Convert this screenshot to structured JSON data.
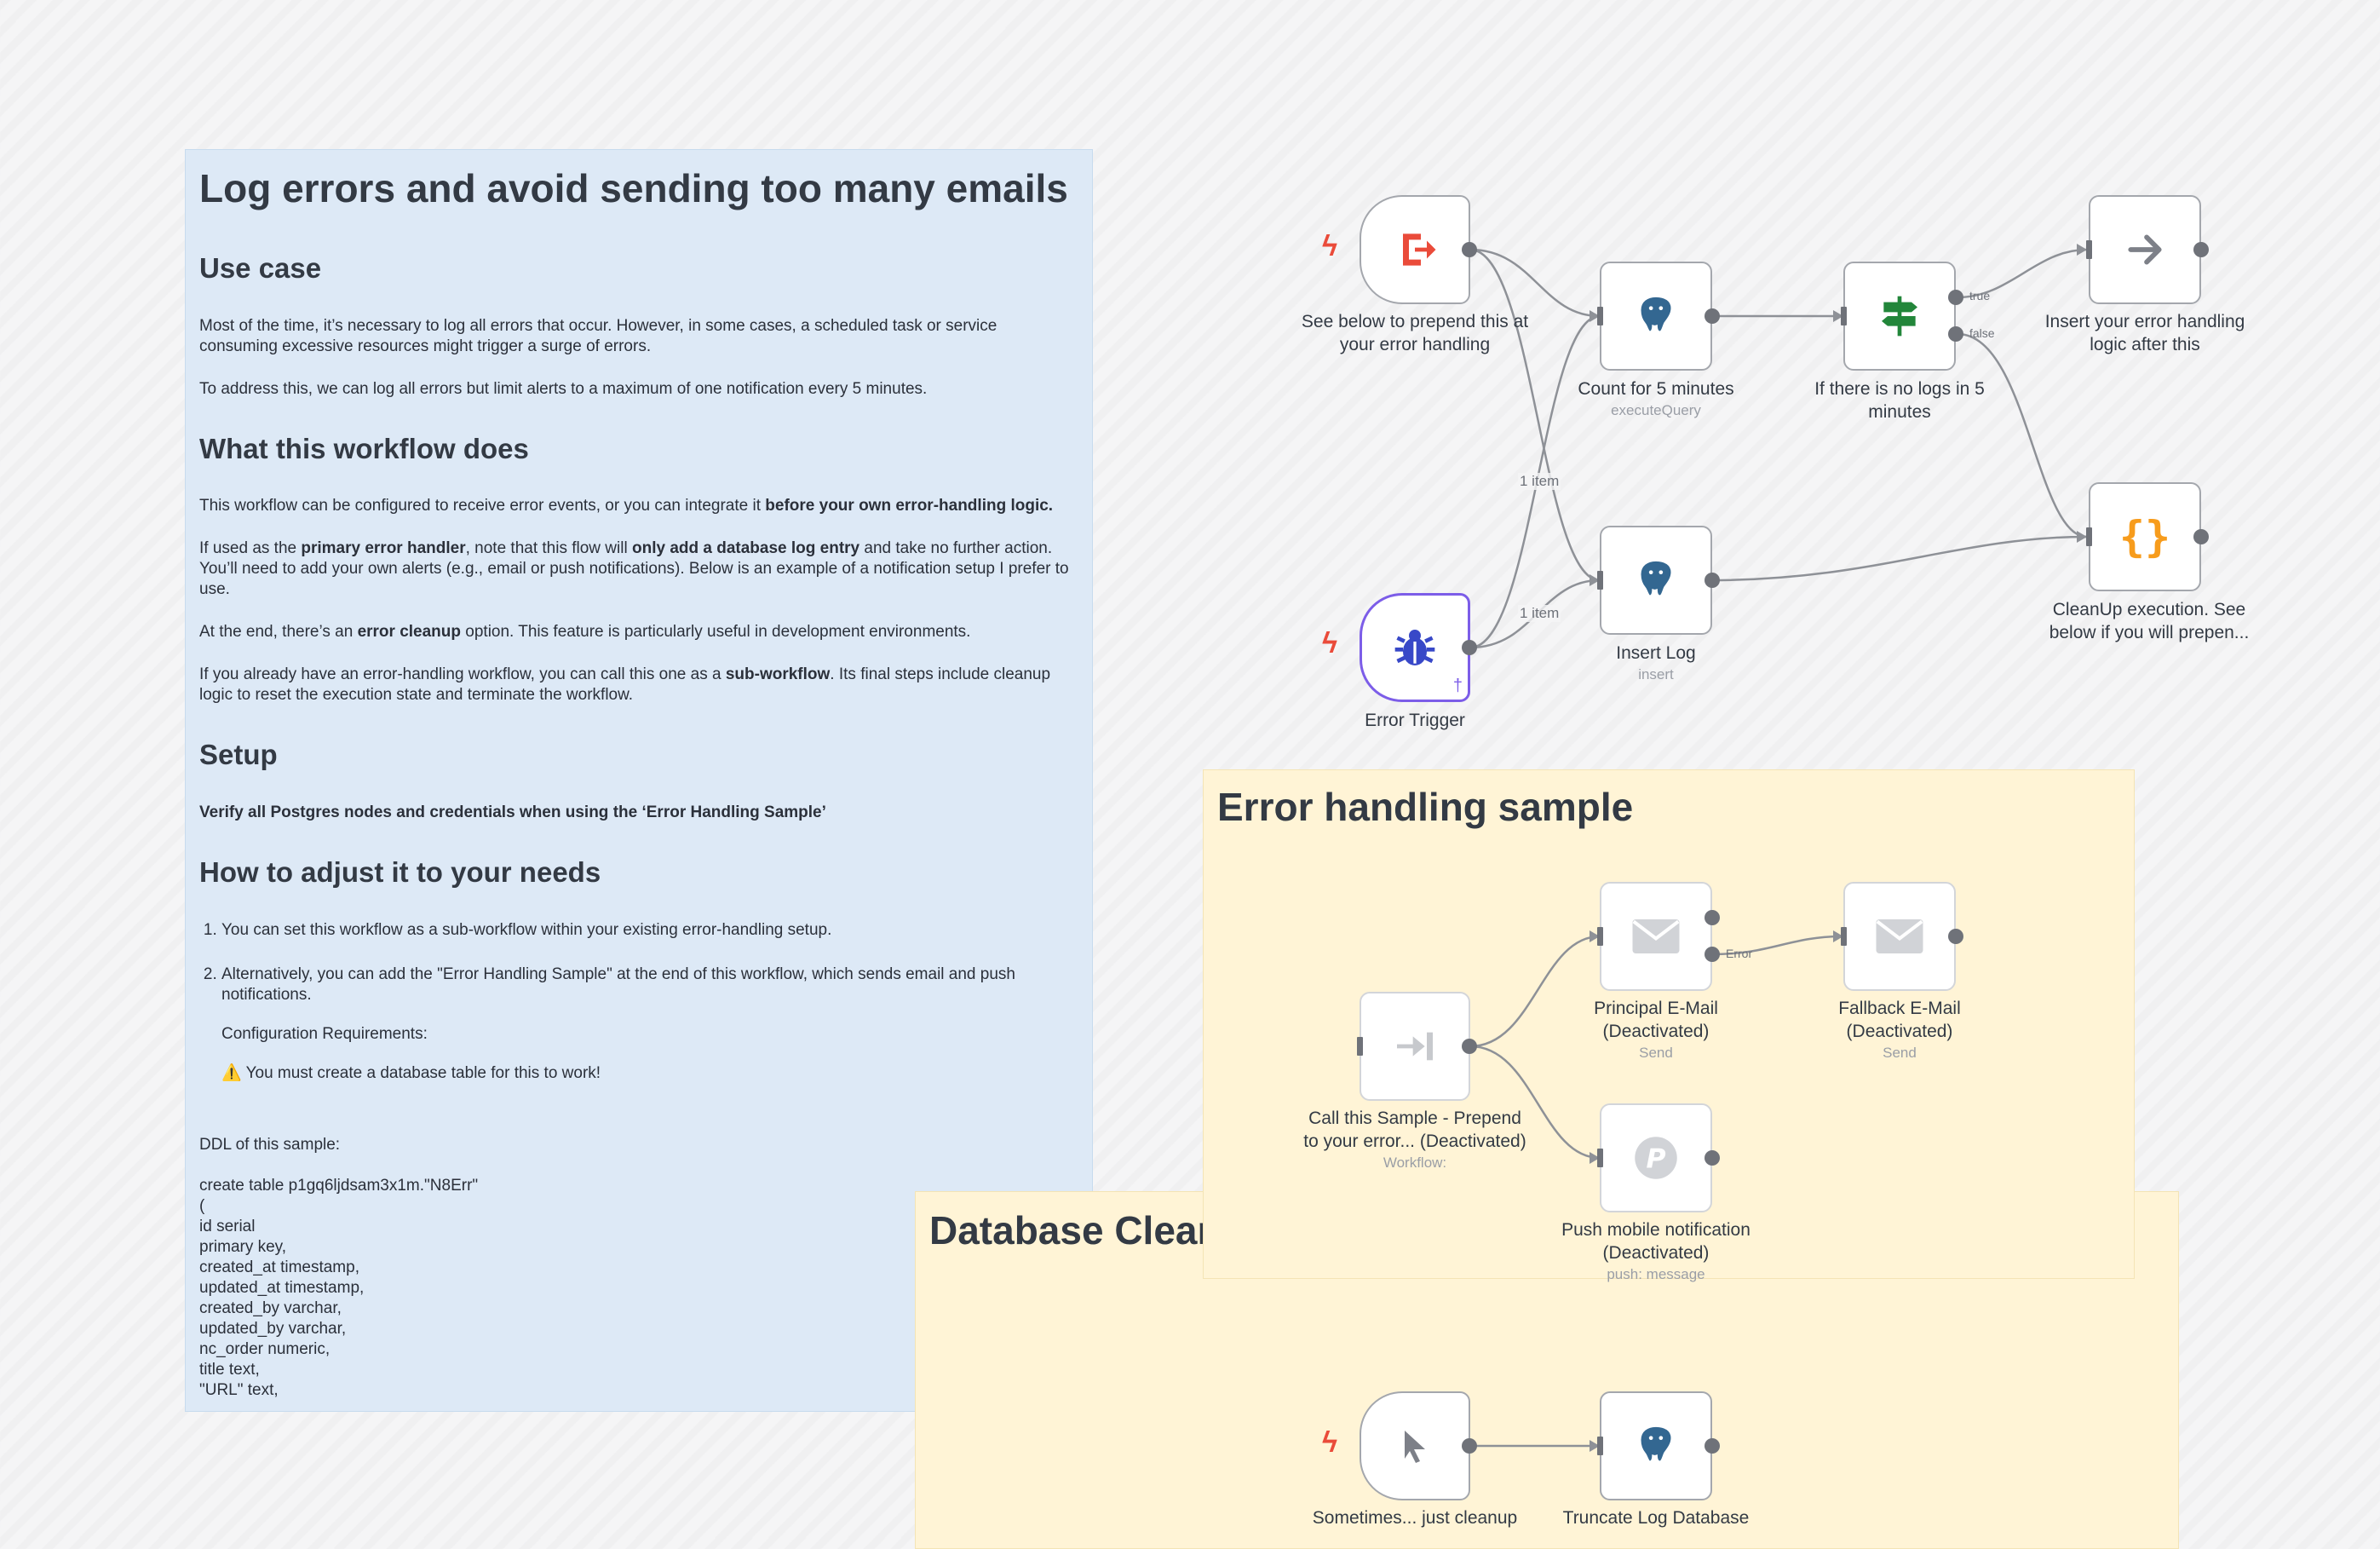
{
  "main_note": {
    "title": "Log errors and avoid sending too many emails",
    "use_case_heading": "Use case",
    "use_case_p1": "Most of the time, it’s necessary to log all errors that occur. However, in some cases, a scheduled task or service consuming excessive resources might trigger a surge of errors.",
    "use_case_p2": "To address this, we can log all errors but limit alerts to a maximum of one notification every 5 minutes.",
    "does_heading": "What this workflow does",
    "does_p1_a": "This workflow can be configured to receive error events, or you can integrate it ",
    "does_p1_b": "before your own error-handling logic.",
    "does_p2_a": "If used as the ",
    "does_p2_b": "primary error handler",
    "does_p2_c": ", note that this flow will ",
    "does_p2_d": "only add a database log entry",
    "does_p2_e": " and take no further action. You’ll need to add your own alerts (e.g., email or push notifications). Below is an example of a notification setup I prefer to use.",
    "does_p3_a": "At the end, there’s an ",
    "does_p3_b": "error cleanup",
    "does_p3_c": " option. This feature is particularly useful in development environments.",
    "does_p4_a": "If you already have an error-handling workflow, you can call this one as a ",
    "does_p4_b": "sub-workflow",
    "does_p4_c": ". Its final steps include cleanup logic to reset the execution state and terminate the workflow.",
    "setup_heading": "Setup",
    "setup_p1": "Verify all Postgres nodes and credentials when using the ‘Error Handling Sample’",
    "adjust_heading": "How to adjust it to your needs",
    "adjust_items": [
      "You can set this workflow as a sub-workflow within your existing error-handling setup.",
      "Alternatively, you can add the \"Error Handling Sample\" at the end of this workflow, which sends email and push notifications."
    ],
    "config_req": "Configuration Requirements:",
    "warning": "⚠️ You must create a database table for this to work!",
    "ddl_label": "DDL of this sample:",
    "ddl_lines": [
      "create table p1gq6ljdsam3x1m.\"N8Err\"",
      "(",
      "id serial",
      "primary key,",
      "created_at timestamp,",
      "updated_at timestamp,",
      "created_by varchar,",
      "updated_by varchar,",
      "nc_order numeric,",
      "title text,",
      "\"URL\" text,"
    ]
  },
  "sample_note": {
    "title": "Error handling sample"
  },
  "cleanup_note": {
    "title": "Database Clear"
  },
  "nodes": {
    "see_below": {
      "label": "See below to prepend this at your error handling"
    },
    "error_trigger": {
      "label": "Error Trigger"
    },
    "count": {
      "label": "Count for 5 minutes",
      "subtitle": "executeQuery"
    },
    "insert_log": {
      "label": "Insert Log",
      "subtitle": "insert"
    },
    "if_no_logs": {
      "label": "If there is no logs in 5 minutes",
      "true_label": "true",
      "false_label": "false"
    },
    "insert_handling": {
      "label": "Insert your error handling logic after this"
    },
    "cleanup_exec": {
      "label": "CleanUp execution. See below if you will prepen..."
    },
    "call_sample": {
      "label": "Call this Sample - Prepend to your error... (Deactivated)",
      "subtitle": "Workflow:"
    },
    "principal_email": {
      "label": "Principal E-Mail (Deactivated)",
      "subtitle": "Send",
      "error_label": "Error"
    },
    "fallback_email": {
      "label": "Fallback E-Mail (Deactivated)",
      "subtitle": "Send"
    },
    "push_notif": {
      "label": "Push mobile notification (Deactivated)",
      "subtitle": "push: message"
    },
    "sometimes": {
      "label": "Sometimes... just cleanup"
    },
    "truncate": {
      "label": "Truncate Log Database"
    }
  },
  "connections": {
    "item_label_1": "1 item",
    "item_label_2": "1 item"
  },
  "colors": {
    "accent": "#7c5de8",
    "trigger_red": "#ea4b3a",
    "postgres_blue": "#336791",
    "if_green": "#22863a",
    "code_orange": "#f79c1c"
  },
  "icons": [
    "sign-out-icon",
    "bug-icon",
    "postgres-elephant-icon",
    "signpost-icon",
    "arrow-right-icon",
    "braces-icon",
    "sub-workflow-icon",
    "envelope-icon",
    "pushover-icon",
    "cursor-icon",
    "lightning-bolt-icon",
    "pin-icon"
  ]
}
